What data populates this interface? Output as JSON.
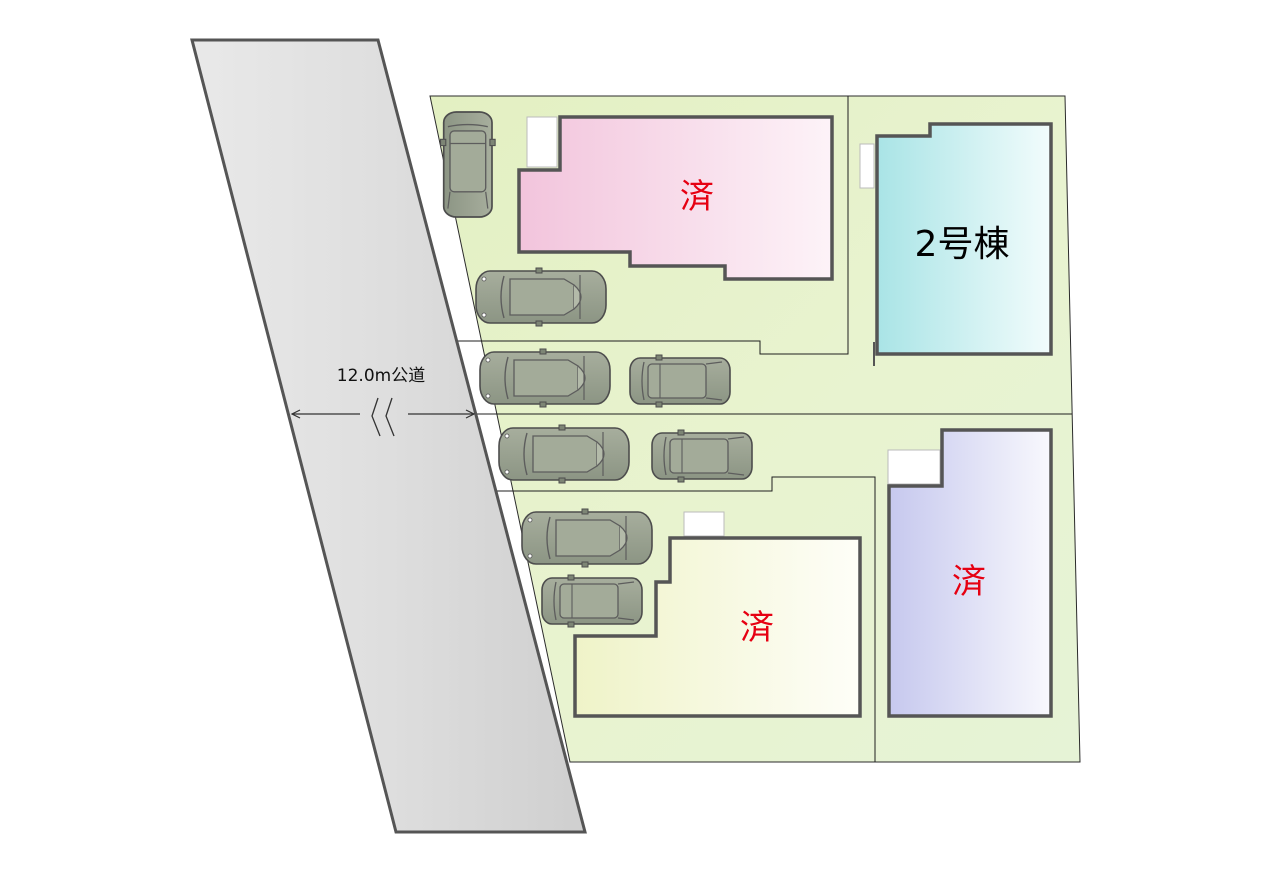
{
  "road": {
    "label": "12.0m公道"
  },
  "lots": [
    {
      "id": "lot-top-left",
      "label": "済",
      "status": "sold"
    },
    {
      "id": "lot-top-right",
      "label": "2号棟",
      "status": "available"
    },
    {
      "id": "lot-bottom-left",
      "label": "済",
      "status": "sold"
    },
    {
      "id": "lot-bottom-right",
      "label": "済",
      "status": "sold"
    }
  ],
  "colors": {
    "land": "#e6f2c8",
    "road": "#dcdcdc",
    "sold_label": "#e60012",
    "car_fill": "#9ea795",
    "building_outline": "#555555"
  },
  "icons": {
    "car": "car-icon",
    "road_break": "break-mark-icon"
  }
}
